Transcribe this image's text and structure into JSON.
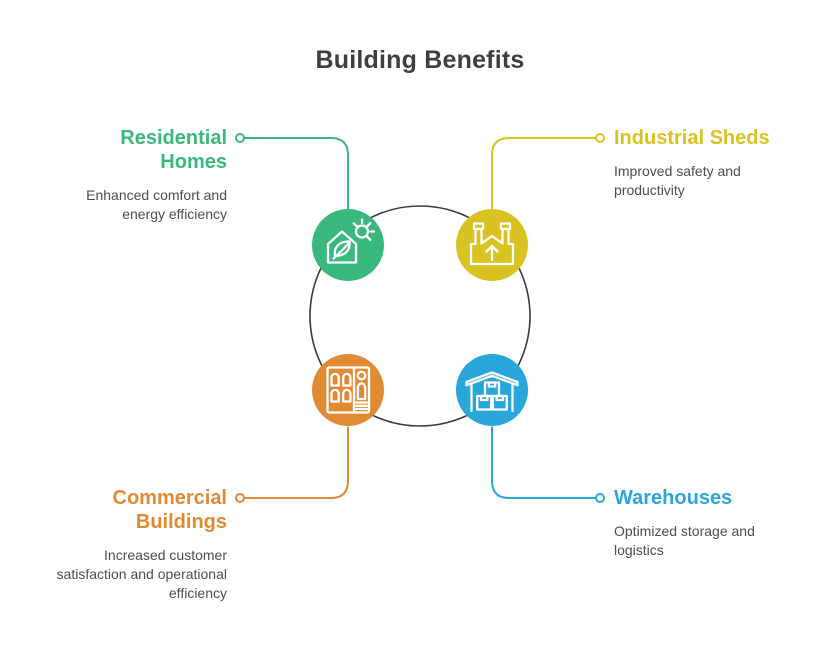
{
  "title": "Building Benefits",
  "colors": {
    "green": "#39b97e",
    "yellow": "#d9c322",
    "orange": "#e08b33",
    "blue": "#29a6da",
    "center_circle_stroke": "#3a3a3a",
    "title_text": "#3f3f3f",
    "description_text": "#4e4e4e"
  },
  "nodes": [
    {
      "label": "Residential Homes",
      "description": "Enhanced comfort and energy efficiency",
      "color": "#39b97e",
      "icon": "eco-home-icon",
      "position": "top-left"
    },
    {
      "label": "Industrial Sheds",
      "description": "Improved safety and productivity",
      "color": "#d9c322",
      "icon": "factory-icon",
      "position": "top-right"
    },
    {
      "label": "Commercial Buildings",
      "description": "Increased customer satisfaction and operational efficiency",
      "color": "#e08b33",
      "icon": "storefront-icon",
      "position": "bottom-left"
    },
    {
      "label": "Warehouses",
      "description": "Optimized storage and logistics",
      "color": "#29a6da",
      "icon": "warehouse-icon",
      "position": "bottom-right"
    }
  ]
}
